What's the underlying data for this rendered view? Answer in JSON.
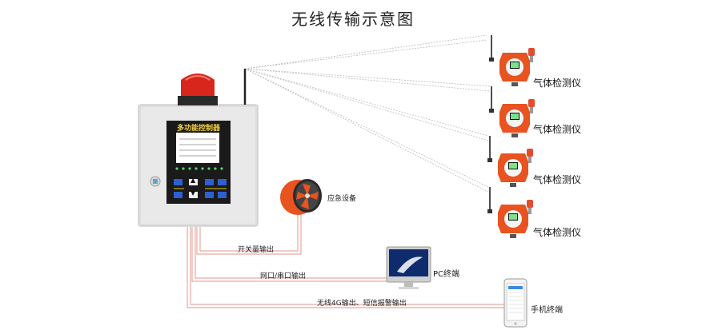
{
  "title": "无线传输示意图",
  "controller": {
    "panel_title": "多功能控制器",
    "button_glyphs": [
      "▲",
      "▼"
    ]
  },
  "fan": {
    "label": "应急设备"
  },
  "detectors": [
    {
      "label": "气体检测仪"
    },
    {
      "label": "气体检测仪"
    },
    {
      "label": "气体检测仪"
    },
    {
      "label": "气体检测仪"
    }
  ],
  "pc": {
    "label": "PC终端"
  },
  "phone": {
    "label": "手机终端"
  },
  "outputs": {
    "switch": "开关量输出",
    "network": "网口/串口输出",
    "wireless": "无线4G输出、短信报警输出"
  },
  "colors": {
    "accent_red": "#e34c2e",
    "device_orange": "#e8531f",
    "wire_red": "#e8a9a0",
    "panel_grey": "#e9e9e9",
    "screen_dark": "#1a1a1a"
  }
}
